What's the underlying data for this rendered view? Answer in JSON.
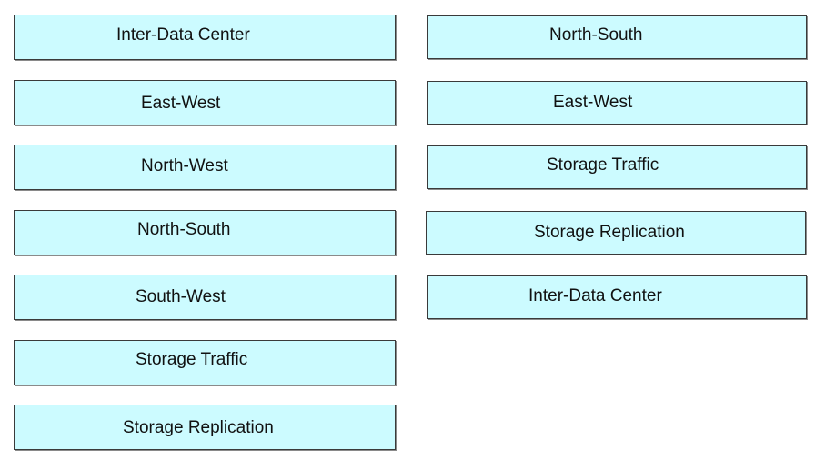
{
  "left_column": {
    "items": [
      {
        "label": "Inter-Data Center"
      },
      {
        "label": "East-West"
      },
      {
        "label": "North-West"
      },
      {
        "label": "North-South"
      },
      {
        "label": "South-West"
      },
      {
        "label": "Storage Traffic"
      },
      {
        "label": "Storage Replication"
      }
    ]
  },
  "right_column": {
    "items": [
      {
        "label": "North-South"
      },
      {
        "label": "East-West"
      },
      {
        "label": "Storage Traffic"
      },
      {
        "label": "Storage Replication"
      },
      {
        "label": "Inter-Data Center"
      }
    ]
  },
  "colors": {
    "box_fill": "#ccfbff",
    "box_border": "#3a3a3a",
    "text": "#111111"
  }
}
